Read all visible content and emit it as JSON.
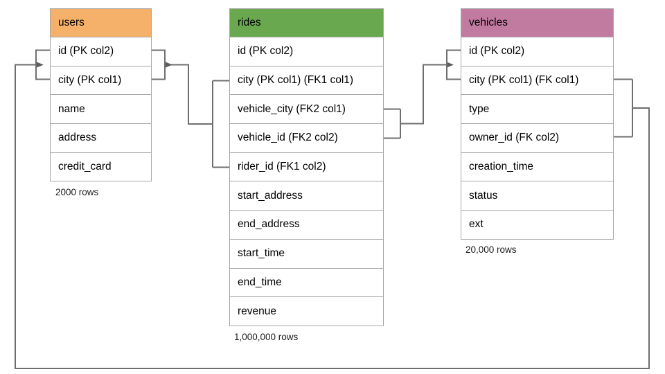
{
  "diagram": {
    "title": "database-schema-er-diagram",
    "line_color": "#666666",
    "border_color": "#a6a6a6"
  },
  "tables": [
    {
      "id": "users",
      "name": "users",
      "header_color": "#F5B169",
      "row_count_label": "2000 rows",
      "columns": [
        "id (PK col2)",
        "city (PK col1)",
        "name",
        "address",
        "credit_card"
      ]
    },
    {
      "id": "rides",
      "name": "rides",
      "header_color": "#6AA84F",
      "row_count_label": "1,000,000 rows",
      "columns": [
        "id (PK col2)",
        "city (PK col1) (FK1 col1)",
        "vehicle_city (FK2 col1)",
        "vehicle_id (FK2 col2)",
        "rider_id (FK1 col2)",
        "start_address",
        "end_address",
        "start_time",
        "end_time",
        "revenue"
      ]
    },
    {
      "id": "vehicles",
      "name": "vehicles",
      "header_color": "#C27BA0",
      "row_count_label": "20,000 rows",
      "columns": [
        "id (PK col2)",
        "city (PK col1) (FK col1)",
        "type",
        "owner_id (FK col2)",
        "creation_time",
        "status",
        "ext"
      ]
    }
  ],
  "relationships": [
    {
      "name": "rides-FK1-to-users",
      "from_table": "rides",
      "from_columns": [
        "city (PK col1) (FK1 col1)",
        "rider_id (FK1 col2)"
      ],
      "to_table": "users",
      "to_columns": [
        "id (PK col2)",
        "city (PK col1)"
      ],
      "arrow_direction": "left"
    },
    {
      "name": "rides-FK2-to-vehicles",
      "from_table": "rides",
      "from_columns": [
        "vehicle_city (FK2 col1)",
        "vehicle_id (FK2 col2)"
      ],
      "to_table": "vehicles",
      "to_columns": [
        "id (PK col2)",
        "city (PK col1) (FK col1)"
      ],
      "arrow_direction": "right"
    },
    {
      "name": "vehicles-FK-to-users",
      "from_table": "vehicles",
      "from_columns": [
        "city (PK col1) (FK col1)",
        "owner_id (FK col2)"
      ],
      "to_table": "users",
      "to_columns": [
        "id (PK col2)",
        "city (PK col1)"
      ],
      "arrow_direction": "right"
    }
  ]
}
